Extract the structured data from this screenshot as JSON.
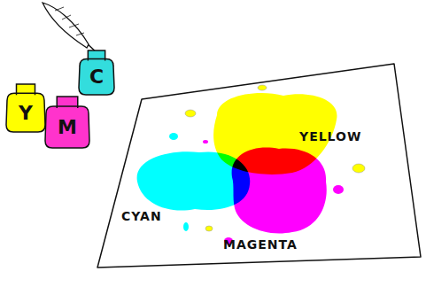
{
  "diagram": {
    "nodes": [
      {
        "text": [
          "Y"
        ]
      },
      {
        "text": [
          "M"
        ]
      },
      {
        "text": [
          "C"
        ]
      }
    ],
    "labels": [
      "YELLOW",
      "CYAN",
      "MAGENTA"
    ]
  }
}
